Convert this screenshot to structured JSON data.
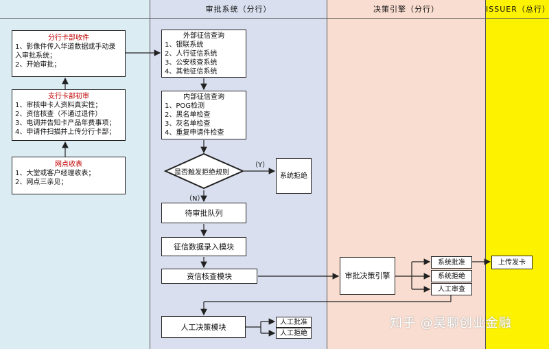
{
  "lanes": {
    "branch_cards": "",
    "approval": "审批系统（分行）",
    "decision": "决策引擎（分行）",
    "issuer": "ISSUER（总行）"
  },
  "colors": {
    "lane1": "#dcecf3",
    "lane2": "#d9dfee",
    "lane3": "#f9ddd0",
    "lane4": "#fdf200"
  },
  "branch": {
    "receive": {
      "title": "分行卡部收件",
      "lines": [
        "1、影像件传入华道数据或手动录入审批系统；",
        "2、开始审批；"
      ]
    },
    "initial": {
      "title": "支行卡部初审",
      "lines": [
        "1、审核申卡人资料真实性；",
        "2、资信核查（不通过退件）",
        "3、电调并告知卡产品年费事项；",
        "4、申请件扫描并上传分行卡部；"
      ]
    },
    "outlet": {
      "title": "网点收表",
      "lines": [
        "1、大堂或客户经理收表；",
        "2、网点三亲见；"
      ]
    }
  },
  "approval": {
    "external": {
      "title": "外部征信查询",
      "lines": [
        "1、银联系统",
        "2、人行征信系统",
        "3、公安核查系统",
        "4、其他征信系统"
      ]
    },
    "internal": {
      "title": "内部征信查询",
      "lines": [
        "1、POG检测",
        "2、黑名单检查",
        "3、灰名单检查",
        "4、重复申请件检查"
      ]
    },
    "decision": "是否触发拒绝规则",
    "yes": "（Y）",
    "no": "（N）",
    "sys_reject": "系统拒绝",
    "queue": "待审批队列",
    "entry": "征信数据录入模块",
    "check": "资信核查模块",
    "manual": "人工决策模块",
    "manual_approve": "人工批准",
    "manual_reject": "人工拒绝"
  },
  "engine": {
    "name": "审批决策引擎",
    "approve": "系统批准",
    "reject": "系统拒绝",
    "review": "人工审查"
  },
  "issuer": {
    "upload": "上传发卡"
  },
  "watermark": "知乎 @吴聊创业金融"
}
